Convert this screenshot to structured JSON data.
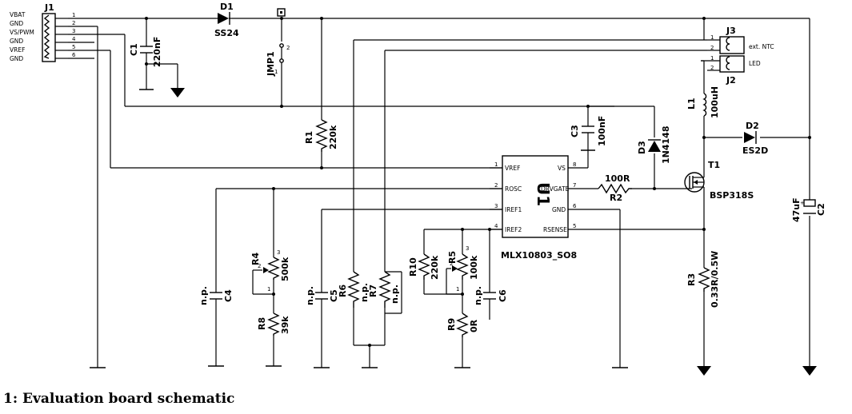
{
  "caption": "1: Evaluation board schematic",
  "connector_j1": {
    "ref": "J1",
    "pins": [
      "1",
      "2",
      "3",
      "4",
      "5",
      "6"
    ],
    "signals": [
      "VBAT",
      "GND",
      "VS/PWM",
      "GND",
      "VREF",
      "GND"
    ]
  },
  "ic": {
    "ref": "U1",
    "part": "MLX10803_SO8",
    "pins_left": [
      {
        "num": "1",
        "name": "VREF"
      },
      {
        "num": "2",
        "name": "ROSC"
      },
      {
        "num": "3",
        "name": "IREF1"
      },
      {
        "num": "4",
        "name": "IREF2"
      }
    ],
    "pins_right": [
      {
        "num": "8",
        "name": "VS"
      },
      {
        "num": "7",
        "name": "DRVGATE"
      },
      {
        "num": "6",
        "name": "GND"
      },
      {
        "num": "5",
        "name": "RSENSE"
      }
    ]
  },
  "components": {
    "D1": {
      "ref": "D1",
      "value": "SS24"
    },
    "C1": {
      "ref": "C1",
      "value": "220nF"
    },
    "JMP1": {
      "ref": "JMP1",
      "pin1": "1",
      "pin2": "2"
    },
    "R1": {
      "ref": "R1",
      "value": "220k"
    },
    "C3": {
      "ref": "C3",
      "value": "100nF"
    },
    "D3": {
      "ref": "D3",
      "value": "1N4148"
    },
    "R2": {
      "ref": "R2",
      "value": "100R"
    },
    "J3": {
      "ref": "J3",
      "label": "ext. NTC",
      "pin1": "1",
      "pin2": "2"
    },
    "J2": {
      "ref": "J2",
      "label": "LED",
      "pin1": "1",
      "pin2": "2"
    },
    "L1": {
      "ref": "L1",
      "value": "100uH"
    },
    "D2": {
      "ref": "D2",
      "value": "ES2D"
    },
    "T1": {
      "ref": "T1",
      "value": "BSP318S"
    },
    "C2": {
      "ref": "C2",
      "value": "47uF"
    },
    "R3": {
      "ref": "R3",
      "value": "0.33R/0.5W"
    },
    "C4": {
      "ref": "C4",
      "value": "n.p."
    },
    "R4": {
      "ref": "R4",
      "value": "500k",
      "pins": [
        "1",
        "2",
        "3"
      ]
    },
    "R8": {
      "ref": "R8",
      "value": "39k"
    },
    "C5": {
      "ref": "C5",
      "value": "n.p."
    },
    "R6": {
      "ref": "R6",
      "value": "n.p."
    },
    "R7": {
      "ref": "R7",
      "value": "n.p."
    },
    "R10": {
      "ref": "R10",
      "value": "220k"
    },
    "R5": {
      "ref": "R5",
      "value": "100k",
      "pins": [
        "1",
        "2",
        "3"
      ]
    },
    "R9": {
      "ref": "R9",
      "value": "0R"
    },
    "C6": {
      "ref": "C6",
      "value": "n.p."
    }
  }
}
